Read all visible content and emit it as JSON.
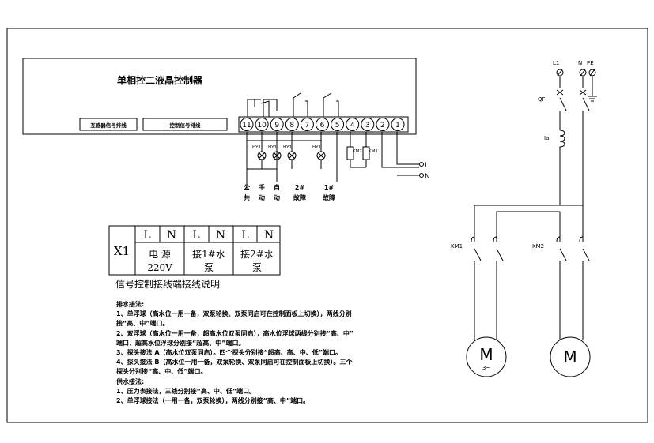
{
  "controller": {
    "title": "单相控二液晶控制器",
    "ct_button": "互感器信号排线",
    "signal_button": "控制信号排线"
  },
  "terminals": [
    "11",
    "10",
    "9",
    "8",
    "7",
    "6",
    "5",
    "4",
    "3",
    "2",
    "1"
  ],
  "indicators": {
    "hy": "HY1",
    "km2": "KM2",
    "km1": "KM1",
    "line_l": "L",
    "line_n": "N"
  },
  "bottom_labels": {
    "common": [
      "公",
      "共"
    ],
    "manual": [
      "手",
      "动"
    ],
    "auto": [
      "自",
      "动"
    ],
    "fault2": [
      "2#",
      "故障"
    ],
    "fault1": [
      "1#",
      "故障"
    ]
  },
  "x1": {
    "name": "X1",
    "row1": [
      "L",
      "N",
      "L",
      "N",
      "L",
      "N"
    ],
    "power": [
      "电 源",
      "220V"
    ],
    "pump1": [
      "接1#水",
      "泵"
    ],
    "pump2": [
      "接2#水",
      "泵"
    ]
  },
  "notes": {
    "heading": "信号控制接线端接线说明",
    "lines": [
      "排水接法:",
      "1、单浮球（高水位一用一备，双泵轮换、双泵同启可在控制面板上切换），两线分别",
      "接“高、中”端口。",
      "2、双浮球（高水位一用一备，超高水位双泵同启），高水位浮球两线分别接“高、中”",
      "端口，超高水位浮球分别接“超高、中”端口。",
      "3、探头接法 A（高水位双泵同启）。四个探头分别接“超高、高、中、低”端口。",
      "4、探头接法 B（高水位一用一备，双泵轮换、双泵同启可在控制面板上切换）。三个",
      "探头分别接“高、中、低”端口。",
      "供水接法:",
      "1、压力表接法，三线分别接“高、中、低”端口。",
      "2、单浮球接法（一用一备，双泵轮换），两线分别接“高、中”端口。"
    ]
  },
  "power_circuit": {
    "l1": "L1",
    "n": "N",
    "pe": "PE",
    "qf": "QF",
    "ia": "Ia",
    "km1": "KM1",
    "km2": "KM2",
    "motor": "M",
    "motor_phase": "3~"
  }
}
